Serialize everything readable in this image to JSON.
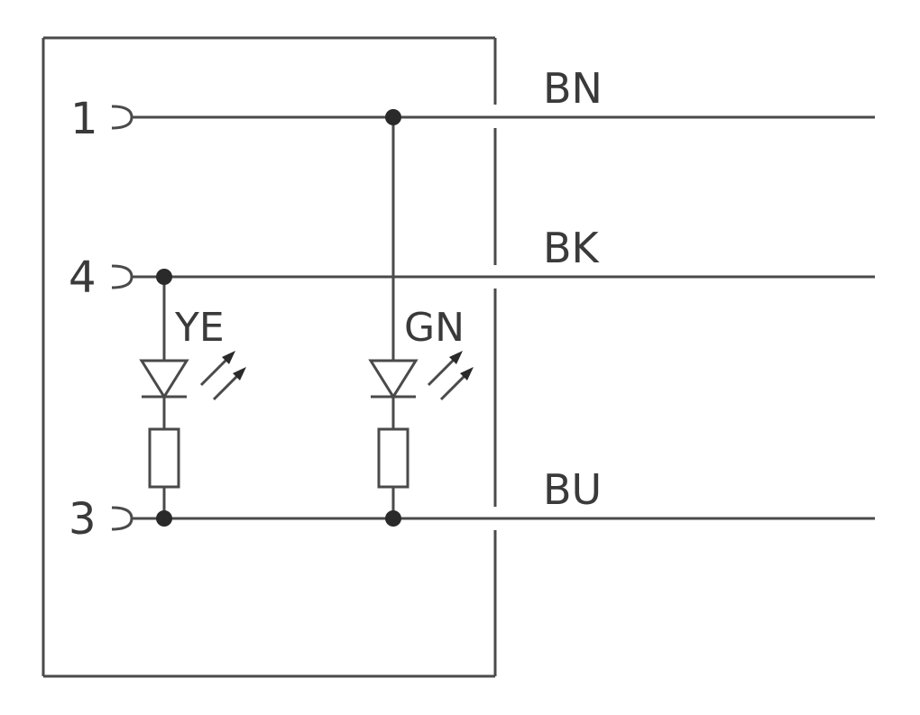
{
  "pins": [
    {
      "id": "pin-1",
      "number": "1"
    },
    {
      "id": "pin-4",
      "number": "4"
    },
    {
      "id": "pin-3",
      "number": "3"
    }
  ],
  "wires": [
    {
      "id": "wire-bn",
      "label": "BN"
    },
    {
      "id": "wire-bk",
      "label": "BK"
    },
    {
      "id": "wire-bu",
      "label": "BU"
    }
  ],
  "leds": [
    {
      "id": "led-ye",
      "label": "YE"
    },
    {
      "id": "led-gn",
      "label": "GN"
    }
  ],
  "colors": {
    "line": "#4a4a4a",
    "node": "#2a2a2a",
    "background": "#ffffff"
  }
}
